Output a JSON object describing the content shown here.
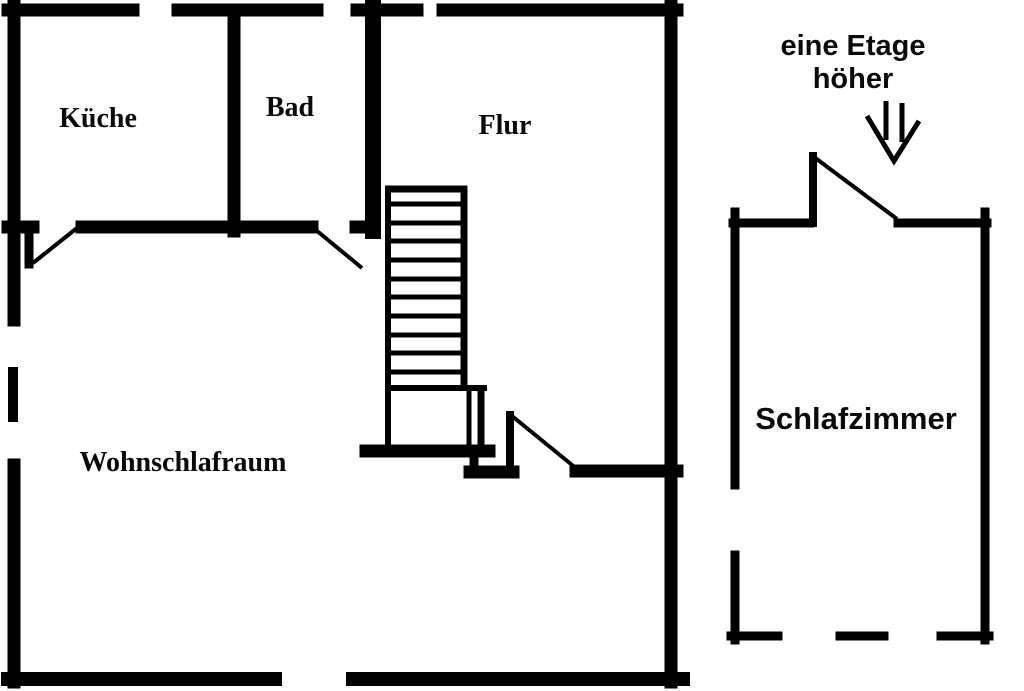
{
  "page": {
    "background_color": "#ffffff",
    "wall_color": "#000000",
    "text_color": "#0a0a0a"
  },
  "floor_plan": {
    "rooms": {
      "kueche": {
        "label": "Küche"
      },
      "bad": {
        "label": "Bad"
      },
      "flur": {
        "label": "Flur"
      },
      "wohnschlafraum": {
        "label": "Wohnschlafraum"
      },
      "schlafzimmer": {
        "label": "Schlafzimmer"
      }
    },
    "annotation": {
      "line1": "eine Etage",
      "line2": "höher",
      "icon": "double-down-arrow-icon"
    }
  }
}
